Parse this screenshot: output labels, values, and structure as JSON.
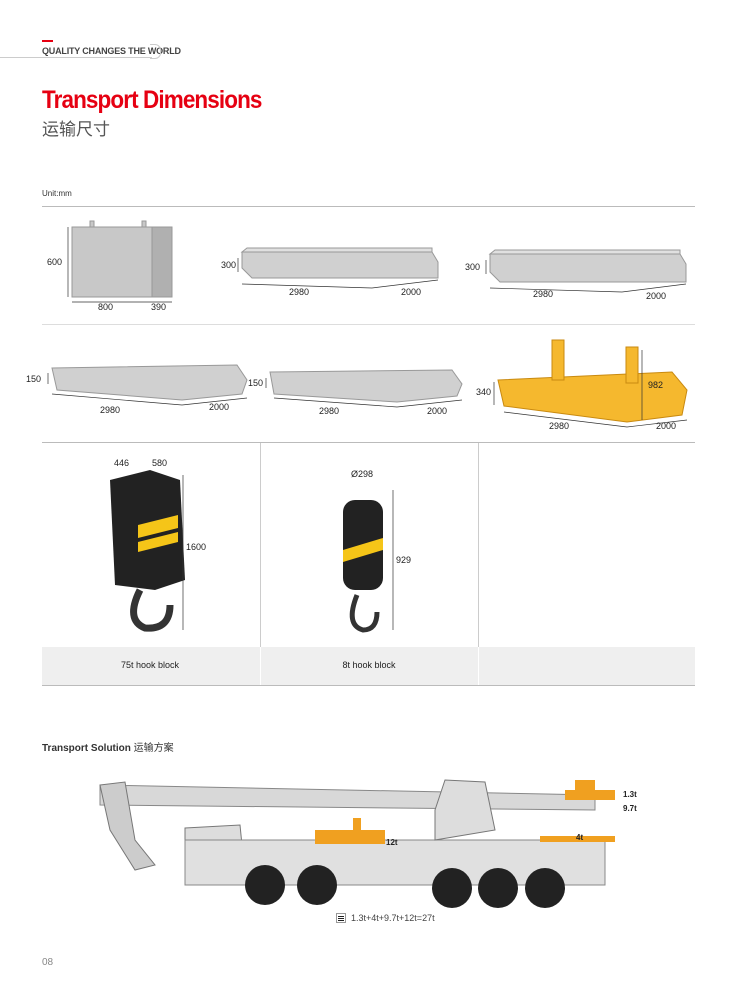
{
  "header": {
    "tagline": "QUALITY CHANGES THE WORLD"
  },
  "title": "Transport Dimensions",
  "subtitle": "运输尺寸",
  "unit": "Unit:mm",
  "counterweights": [
    {
      "height": "600",
      "length": "800",
      "width": "390"
    },
    {
      "height": "300",
      "length": "2980",
      "width": "2000"
    },
    {
      "height": "300",
      "length": "2980",
      "width": "2000"
    },
    {
      "height": "150",
      "length": "2980",
      "width": "2000"
    },
    {
      "height": "150",
      "length": "2980",
      "width": "2000"
    },
    {
      "height": "340",
      "total_height": "982",
      "length": "2980",
      "width": "2000"
    }
  ],
  "hooks": [
    {
      "caption": "75t hook block",
      "dim_a": "446",
      "dim_b": "580",
      "height": "1600"
    },
    {
      "caption": "8t hook block",
      "diameter": "Ø298",
      "height": "929"
    }
  ],
  "solution": {
    "title": "Transport Solution",
    "title_cn": "运输方案",
    "weights": [
      "1.3t",
      "9.7t",
      "12t",
      "4t"
    ],
    "legend": "1.3t+4t+9.7t+12t=27t"
  },
  "page_number": "08",
  "colors": {
    "brand": "#e60012",
    "counterweight": "#c8c8c8",
    "yellow": "#f5b82e",
    "load": "#f0a020"
  }
}
